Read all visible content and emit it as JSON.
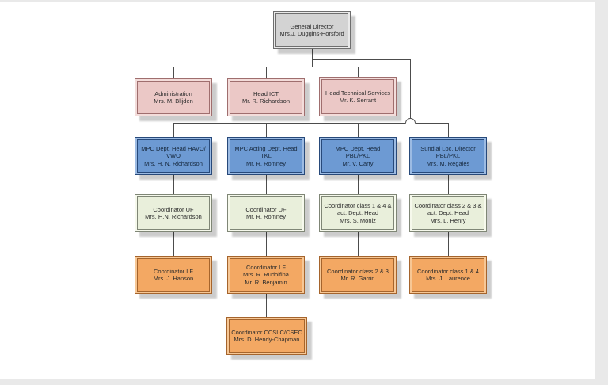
{
  "document": {
    "title": "Organizational chart",
    "page_background": "#ffffff",
    "margin_background": "#e9e9e9",
    "connector_color": "#4c4c4c"
  },
  "colors": {
    "level1_fill": "#d3d3d3",
    "level1_border": "#6e6e6e",
    "level2_fill": "#ebc8c6",
    "level2_border": "#9f6e6e",
    "level3_fill": "#6d9ad3",
    "level3_border": "#27497a",
    "level4_fill": "#e9efdb",
    "level4_border": "#7f8676",
    "level5_fill": "#f3a863",
    "level5_border": "#a5642c"
  },
  "nodes": [
    {
      "id": "general-director",
      "level": 1,
      "color": "gray",
      "title": "General Director",
      "name": "Mrs.J. Duggins-Horsford"
    },
    {
      "id": "administration",
      "level": 2,
      "color": "pink",
      "title": "Administration",
      "name": "Mrs. M. Blijden"
    },
    {
      "id": "head-ict",
      "level": 2,
      "color": "pink",
      "title": "Head ICT",
      "name": "Mr. R. Richardson"
    },
    {
      "id": "head-technical-services",
      "level": 2,
      "color": "pink",
      "title": "Head Technical Services",
      "name": "Mr. K. Serrant"
    },
    {
      "id": "mpc-dept-head-havo-vwo",
      "level": 3,
      "color": "blue",
      "title": "MPC Dept. Head HAVO/",
      "title2": "VWO",
      "name": "Mrs. H. N. Richardson"
    },
    {
      "id": "mpc-acting-dept-head-tkl",
      "level": 3,
      "color": "blue",
      "title": "MPC Acting Dept. Head",
      "title2": "TKL",
      "name": "Mr. R. Romney"
    },
    {
      "id": "mpc-dept-head-pbl-pkl",
      "level": 3,
      "color": "blue",
      "title": "MPC Dept. Head",
      "title2": "PBL/PKL",
      "name": "Mr. V. Carty"
    },
    {
      "id": "sundial-loc-director",
      "level": 3,
      "color": "blue",
      "title": "Sundial Loc. Director",
      "title2": "PBL/PKL",
      "name": "Mrs. M. Regales"
    },
    {
      "id": "coordinator-uf-havo",
      "level": 4,
      "color": "green",
      "title": "Coordinator UF",
      "name": "Mrs. H.N. Richardson"
    },
    {
      "id": "coordinator-uf-tkl",
      "level": 4,
      "color": "green",
      "title": "Coordinator UF",
      "name": "Mr. R. Romney"
    },
    {
      "id": "coordinator-class-1-4-act-dept-head",
      "level": 4,
      "color": "green",
      "title": "Coordinator class 1 & 4 &",
      "title2": "act.  Dept. Head",
      "name": "Mrs. S. Moniz"
    },
    {
      "id": "coordinator-class-2-3-act-dept-head",
      "level": 4,
      "color": "green",
      "title": "Coordinator class 2 & 3 &",
      "title2": "act. Dept. Head",
      "name": "Mrs. L. Henry"
    },
    {
      "id": "coordinator-lf-hanson",
      "level": 5,
      "color": "orange",
      "title": "Coordinator LF",
      "name": "Mrs. J. Hanson"
    },
    {
      "id": "coordinator-lf-rudolfina-benjamin",
      "level": 5,
      "color": "orange",
      "title": "Coordinator LF",
      "name": "Mrs. R. Rudolfina",
      "name2": "Mr. R. Benjamin"
    },
    {
      "id": "coordinator-class-2-3",
      "level": 5,
      "color": "orange",
      "title": "Coordinator class 2 & 3",
      "name": "Mr. R. Garrin"
    },
    {
      "id": "coordinator-class-1-4",
      "level": 5,
      "color": "orange",
      "title": "Coordinator class 1 & 4",
      "name": "Mrs. J. Laurence"
    },
    {
      "id": "coordinator-ccslc-csec",
      "level": 6,
      "color": "orange",
      "title": "Coordinator CCSLC/CSEC",
      "name": "Mrs. D. Hendy-Chapman"
    }
  ],
  "edges": [
    {
      "from": "general-director",
      "to": "administration"
    },
    {
      "from": "general-director",
      "to": "head-ict"
    },
    {
      "from": "general-director",
      "to": "head-technical-services"
    },
    {
      "from": "general-director",
      "to": "mpc-dept-head-havo-vwo"
    },
    {
      "from": "general-director",
      "to": "mpc-acting-dept-head-tkl"
    },
    {
      "from": "general-director",
      "to": "mpc-dept-head-pbl-pkl"
    },
    {
      "from": "general-director",
      "to": "sundial-loc-director"
    },
    {
      "from": "mpc-dept-head-havo-vwo",
      "to": "coordinator-uf-havo"
    },
    {
      "from": "mpc-acting-dept-head-tkl",
      "to": "coordinator-uf-tkl"
    },
    {
      "from": "mpc-dept-head-pbl-pkl",
      "to": "coordinator-class-1-4-act-dept-head"
    },
    {
      "from": "sundial-loc-director",
      "to": "coordinator-class-2-3-act-dept-head"
    },
    {
      "from": "coordinator-uf-havo",
      "to": "coordinator-lf-hanson"
    },
    {
      "from": "coordinator-uf-tkl",
      "to": "coordinator-lf-rudolfina-benjamin"
    },
    {
      "from": "coordinator-class-1-4-act-dept-head",
      "to": "coordinator-class-2-3"
    },
    {
      "from": "coordinator-class-2-3-act-dept-head",
      "to": "coordinator-class-1-4"
    },
    {
      "from": "coordinator-lf-rudolfina-benjamin",
      "to": "coordinator-ccslc-csec"
    }
  ]
}
